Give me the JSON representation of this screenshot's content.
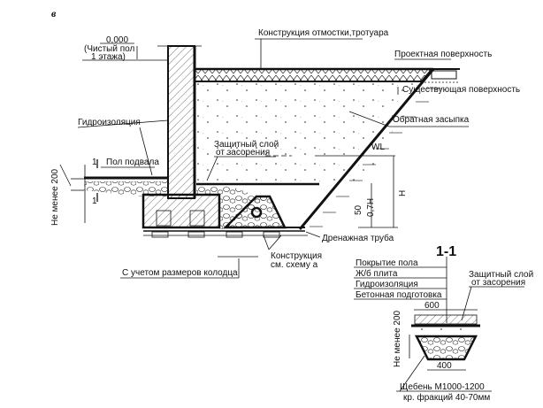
{
  "figure_letter": "в",
  "labels": {
    "zero_mark": "0,000",
    "clean_floor_1": "(Чистый пол",
    "clean_floor_2": "1 этажа)",
    "blind_area": "Конструкция отмостки,тротуара",
    "design_surface": "Проектная поверхность",
    "existing_surface": "Существующая поверхность",
    "waterproofing": "Гидроизоляция",
    "backfill": "Обратная засыпка",
    "protective_layer_1": "Защитный слой",
    "protective_layer_2": "от засорения",
    "wl": "WL",
    "basement_floor": "Пол подвала",
    "not_less_200": "Не менее 200",
    "section_mark": "1",
    "h": "H",
    "h07": "0,7H",
    "dim_50": "50",
    "drain_pipe": "Дренажная труба",
    "construction_1": "Конструкция",
    "construction_2": "см. схему а",
    "well_sizes": "С учетом размеров колодца"
  },
  "section": {
    "title": "1-1",
    "layers": [
      "Покрытие пола",
      "Ж/б плита",
      "Гидроизоляция",
      "Бетонная подготовка"
    ],
    "protective_layer_1": "Защитный слой",
    "protective_layer_2": "от засорения",
    "dim_top": "600",
    "dim_bottom": "400",
    "not_less_200": "Не менее 200",
    "gravel_1": "Щебень М1000-1200",
    "gravel_2": "кр. фракций 40-70мм"
  }
}
